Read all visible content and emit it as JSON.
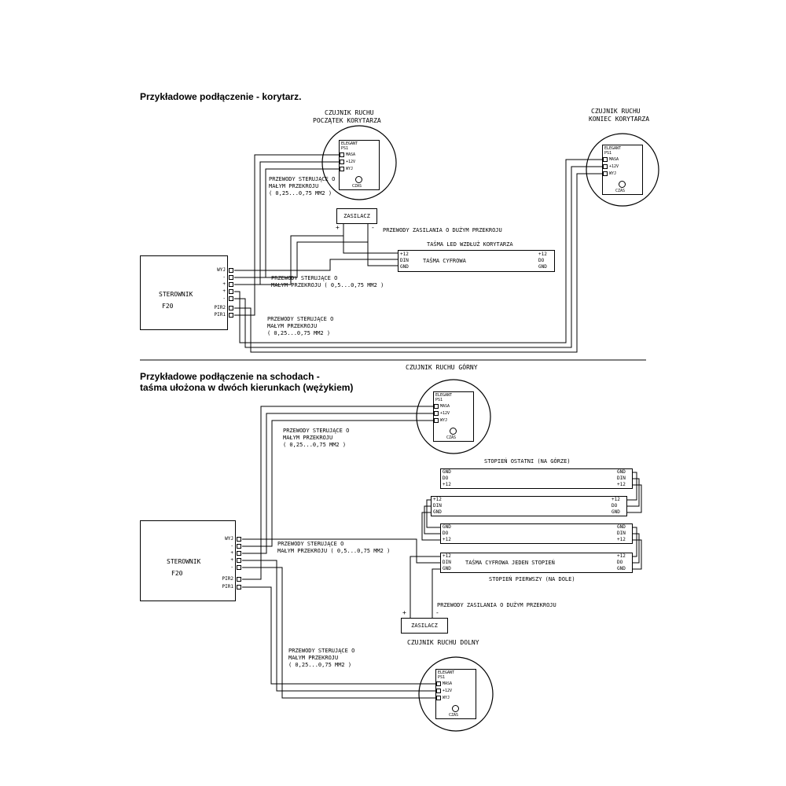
{
  "top": {
    "title": "Przykładowe podłączenie - korytarz.",
    "sensor_start": [
      "CZUJNIK RUCHU",
      "POCZĄTEK KORYTARZA"
    ],
    "sensor_end": [
      "CZUJNIK RUCHU",
      "KONIEC KORYTARZA"
    ],
    "wires_small_a": [
      "PRZEWODY STERUJĄCE O",
      "MAŁYM PRZEKROJU",
      "( 0,25...0,75 MM2 )"
    ],
    "wires_small_b": [
      "PRZEWODY STERUJĄCE O",
      "MAŁYM PRZEKROJU ( 0,5...0,75 MM2 )"
    ],
    "wires_small_c": [
      "PRZEWODY STERUJĄCE O",
      "MAŁYM PRZEKROJU",
      "( 0,25...0,75 MM2 )"
    ],
    "power_wires": "PRZEWODY ZASILANIA O DUŻYM PRZEKROJU",
    "strip_title": "TAŚMA LED WZDŁUŻ KORYTARZA",
    "strip_name": "TAŚMA CYFROWA",
    "strip_left": [
      "+12",
      "DIN",
      "GND"
    ],
    "strip_right": [
      "+12",
      "DO",
      "GND"
    ]
  },
  "bottom": {
    "title": [
      "Przykładowe podłączenie na schodach -",
      "taśma ułożona w dwóch kierunkach (wężykiem)"
    ],
    "sensor_upper": "CZUJNIK RUCHU GÓRNY",
    "sensor_lower": "CZUJNIK RUCHU DOLNY",
    "step_last": "STOPIEŃ OSTATNI (NA GÓRZE)",
    "step_first": "STOPIEŃ PIERWSZY (NA DOLE)",
    "wires_small_a": [
      "PRZEWODY STERUJĄCE O",
      "MAŁYM PRZEKROJU",
      "( 0,25...0,75 MM2 )"
    ],
    "wires_small_b": [
      "PRZEWODY STERUJĄCE O",
      "MAŁYM PRZEKROJU ( 0,5...0,75 MM2 )"
    ],
    "wires_small_c": [
      "PRZEWODY STERUJĄCE O",
      "MAŁYM PRZEKROJU",
      "( 0,25...0,75 MM2 )"
    ],
    "power_wires": "PRZEWODY ZASILANIA O DUŻYM PRZEKROJU",
    "strips": [
      {
        "left": [
          "GND",
          "DO",
          "+12"
        ],
        "right": [
          "GND",
          "DIN",
          "+12"
        ]
      },
      {
        "left": [
          "+12",
          "DIN",
          "GND"
        ],
        "right": [
          "+12",
          "DO",
          "GND"
        ]
      },
      {
        "left": [
          "GND",
          "DO",
          "+12"
        ],
        "right": [
          "GND",
          "DIN",
          "+12"
        ]
      },
      {
        "left": [
          "+12",
          "DIN",
          "GND"
        ],
        "right": [
          "+12",
          "DO",
          "GND"
        ],
        "name": "TAŚMA CYFROWA JEDEN STOPIEŃ"
      }
    ]
  },
  "controller": {
    "name": "STEROWNIK",
    "model": "F20",
    "terminals": [
      "WYJ",
      "-",
      "+",
      "+",
      "-",
      "PIR2",
      "PIR1"
    ]
  },
  "psu": {
    "label": "ZASILACZ",
    "plus": "+",
    "minus": "-"
  },
  "sensor": {
    "brand": "ELEGANT",
    "model": "PS1",
    "terminals": [
      "MASA",
      "+12V",
      "WYJ"
    ],
    "pot": "CZAS"
  }
}
